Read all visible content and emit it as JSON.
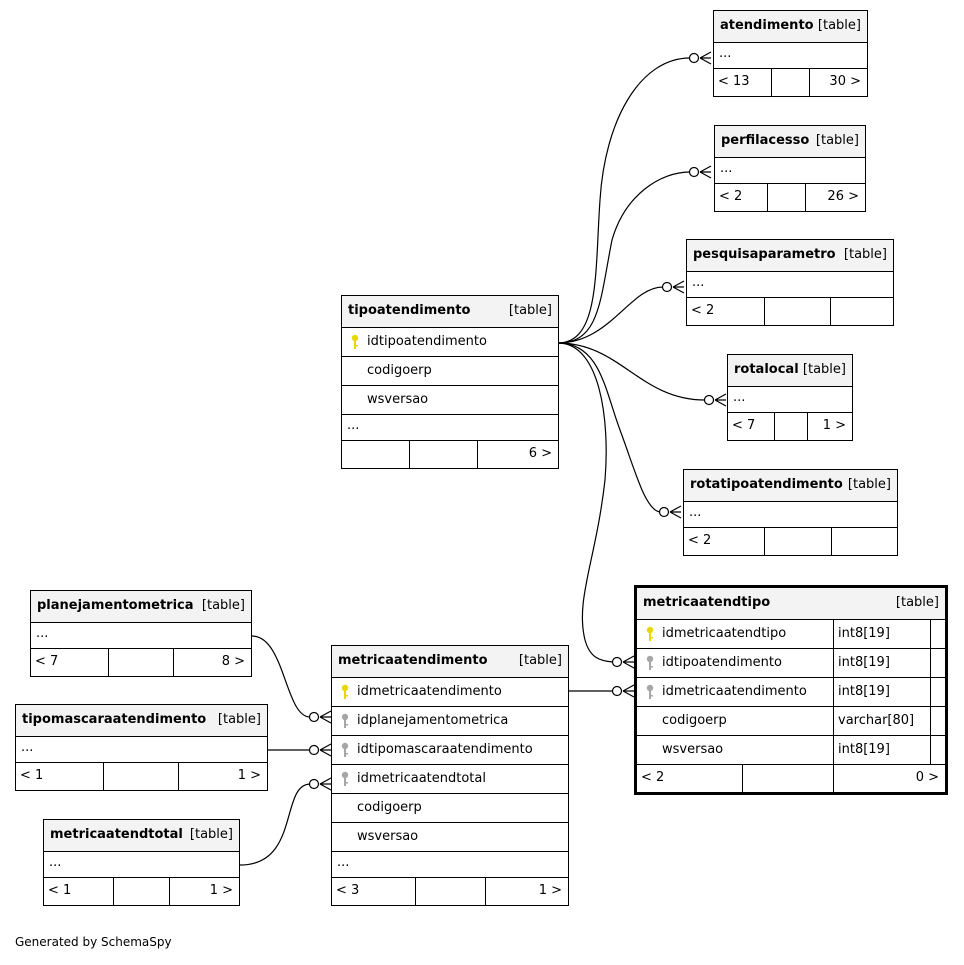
{
  "footer_text": "Generated by SchemaSpy",
  "colors": {
    "primary_key": "#e8d800",
    "foreign_key": "#a6a6a6",
    "header_bg": "#f3f3f3"
  },
  "tables": {
    "atendimento": {
      "name": "atendimento",
      "tag": "[table]",
      "ellipsis": "...",
      "foot": [
        "< 13",
        "",
        "30 >"
      ]
    },
    "perfilacesso": {
      "name": "perfilacesso",
      "tag": "[table]",
      "ellipsis": "...",
      "foot": [
        "< 2",
        "",
        "26 >"
      ]
    },
    "pesquisaparametro": {
      "name": "pesquisaparametro",
      "tag": "[table]",
      "ellipsis": "...",
      "foot": [
        "< 2",
        "",
        ""
      ]
    },
    "rotalocal": {
      "name": "rotalocal",
      "tag": "[table]",
      "ellipsis": "...",
      "foot": [
        "< 7",
        "",
        "1 >"
      ]
    },
    "rotatipoatendimento": {
      "name": "rotatipoatendimento",
      "tag": "[table]",
      "ellipsis": "...",
      "foot": [
        "< 2",
        "",
        ""
      ]
    },
    "tipoatendimento": {
      "name": "tipoatendimento",
      "tag": "[table]",
      "columns": [
        {
          "name": "idtipoatendimento",
          "key": "primary-key"
        },
        {
          "name": "codigoerp",
          "key": "none"
        },
        {
          "name": "wsversao",
          "key": "none"
        }
      ],
      "ellipsis": "...",
      "foot": [
        "",
        "",
        "6 >"
      ]
    },
    "planejamentometrica": {
      "name": "planejamentometrica",
      "tag": "[table]",
      "ellipsis": "...",
      "foot": [
        "< 7",
        "",
        "8 >"
      ]
    },
    "tipomascaraatendimento": {
      "name": "tipomascaraatendimento",
      "tag": "[table]",
      "ellipsis": "...",
      "foot": [
        "< 1",
        "",
        "1 >"
      ]
    },
    "metricaatendtotal": {
      "name": "metricaatendtotal",
      "tag": "[table]",
      "ellipsis": "...",
      "foot": [
        "< 1",
        "",
        "1 >"
      ]
    },
    "metricaatendimento": {
      "name": "metricaatendimento",
      "tag": "[table]",
      "columns": [
        {
          "name": "idmetricaatendimento",
          "key": "primary-key"
        },
        {
          "name": "idplanejamentometrica",
          "key": "foreign-key"
        },
        {
          "name": "idtipomascaraatendimento",
          "key": "foreign-key"
        },
        {
          "name": "idmetricaatendtotal",
          "key": "foreign-key"
        },
        {
          "name": "codigoerp",
          "key": "none"
        },
        {
          "name": "wsversao",
          "key": "none"
        }
      ],
      "ellipsis": "...",
      "foot": [
        "< 3",
        "",
        "1 >"
      ]
    },
    "metricaatendtipo": {
      "name": "metricaatendtipo",
      "tag": "[table]",
      "columns": [
        {
          "name": "idmetricaatendtipo",
          "key": "primary-key",
          "type": "int8[19]"
        },
        {
          "name": "idtipoatendimento",
          "key": "foreign-key",
          "type": "int8[19]"
        },
        {
          "name": "idmetricaatendimento",
          "key": "foreign-key",
          "type": "int8[19]"
        },
        {
          "name": "codigoerp",
          "key": "none",
          "type": "varchar[80]"
        },
        {
          "name": "wsversao",
          "key": "none",
          "type": "int8[19]"
        }
      ],
      "foot": [
        "< 2",
        "",
        "0 >"
      ]
    }
  }
}
